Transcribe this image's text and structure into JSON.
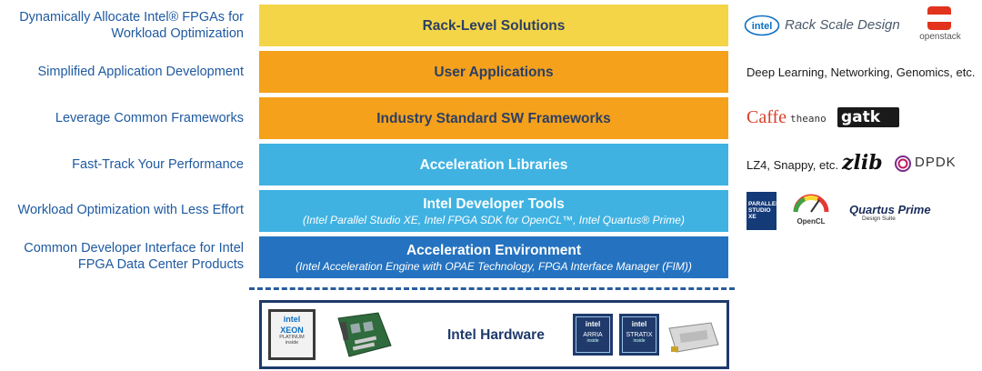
{
  "layers": [
    {
      "id": "rack",
      "left": "Dynamically Allocate Intel® FPGAs for\nWorkload Optimization",
      "title": "Rack-Level Solutions",
      "subtitle": ""
    },
    {
      "id": "apps",
      "left": "Simplified Application Development",
      "title": "User Applications",
      "subtitle": ""
    },
    {
      "id": "frameworks",
      "left": "Leverage Common Frameworks",
      "title": "Industry Standard SW Frameworks",
      "subtitle": ""
    },
    {
      "id": "libraries",
      "left": "Fast-Track Your Performance",
      "title": "Acceleration Libraries",
      "subtitle": ""
    },
    {
      "id": "devtools",
      "left": "Workload Optimization with Less Effort",
      "title": "Intel Developer Tools",
      "subtitle": "(Intel Parallel Studio XE, Intel FPGA SDK for OpenCL™, Intel Quartus® Prime)"
    },
    {
      "id": "accel",
      "left": "Common Developer Interface for Intel\nFPGA Data Center Products",
      "title": "Acceleration Environment",
      "subtitle": "(Intel Acceleration Engine with OPAE Technology, FPGA Interface Manager (FIM))"
    }
  ],
  "right": {
    "rack_logo_intel": "intel",
    "rack_text": "Rack Scale Design",
    "openstack": "openstack",
    "apps_text": "Deep Learning, Networking, Genomics, etc.",
    "caffe": "Caffe",
    "theano": "theano",
    "gatk": "gatk",
    "libs_text": "LZ4, Snappy, etc.",
    "zlib": "zlib",
    "dpdk": "DPDK",
    "psxe": "PARALLEL STUDIO XE",
    "opencl": "OpenCL",
    "quartus": "Quartus Prime",
    "quartus_sub": "Design Suite"
  },
  "hardware": {
    "title": "Intel Hardware",
    "xeon_lines": [
      "intel",
      "XEON",
      "PLATINUM",
      "inside"
    ],
    "arria_lines": [
      "intel",
      "ARRIA",
      "inside"
    ],
    "stratix_lines": [
      "intel",
      "STRATIX",
      "inside"
    ]
  },
  "colors": {
    "yellow": "#f5d548",
    "orange": "#f5a11c",
    "light_blue": "#3fb2e2",
    "dark_blue": "#2573c0",
    "left_text": "#1f5aa0",
    "border": "#1f3a6b"
  }
}
